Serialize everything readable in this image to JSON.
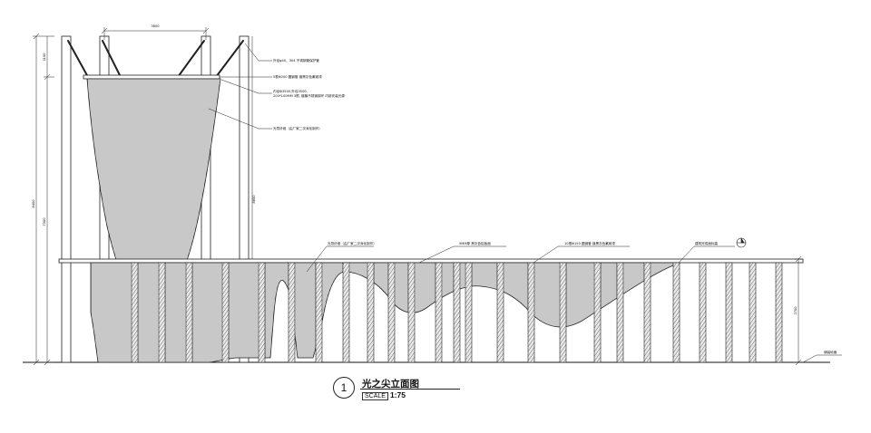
{
  "drawing": {
    "title": "光之尖立面图",
    "number": "1",
    "scale_label": "SCALE",
    "scale_value": "1:75"
  },
  "dimensions": {
    "top_width": "3500",
    "top_seg": "1100",
    "left_total": "8400",
    "left_lower": "7300",
    "inner_height": "8800",
    "right_height": "2700"
  },
  "annotations": {
    "a1": "外径φ40、304 不锈钢管保护管",
    "a2": "5根Φ200 圆钢管 镀黑灰色氟碳漆",
    "a3": "内径Φ3500,外径3500,",
    "a3b": "200*100MM 3根, 镀膜不锈钢钢环 内部安装光源",
    "a4": "光导纤维（由厂家二次深化制作）",
    "a5": "光导纤维（由厂家二次深化制作）",
    "a6": "5MM厚 黑灰色铝板面",
    "a7": "10根Φ150 圆钢管 镀黑灰色氟碳漆",
    "a8": "建筑完成面标高",
    "a9": "铺装地面"
  },
  "colors": {
    "ink": "#1a1a1a",
    "hatch": "#444444",
    "fill": "#d4d4d4"
  }
}
